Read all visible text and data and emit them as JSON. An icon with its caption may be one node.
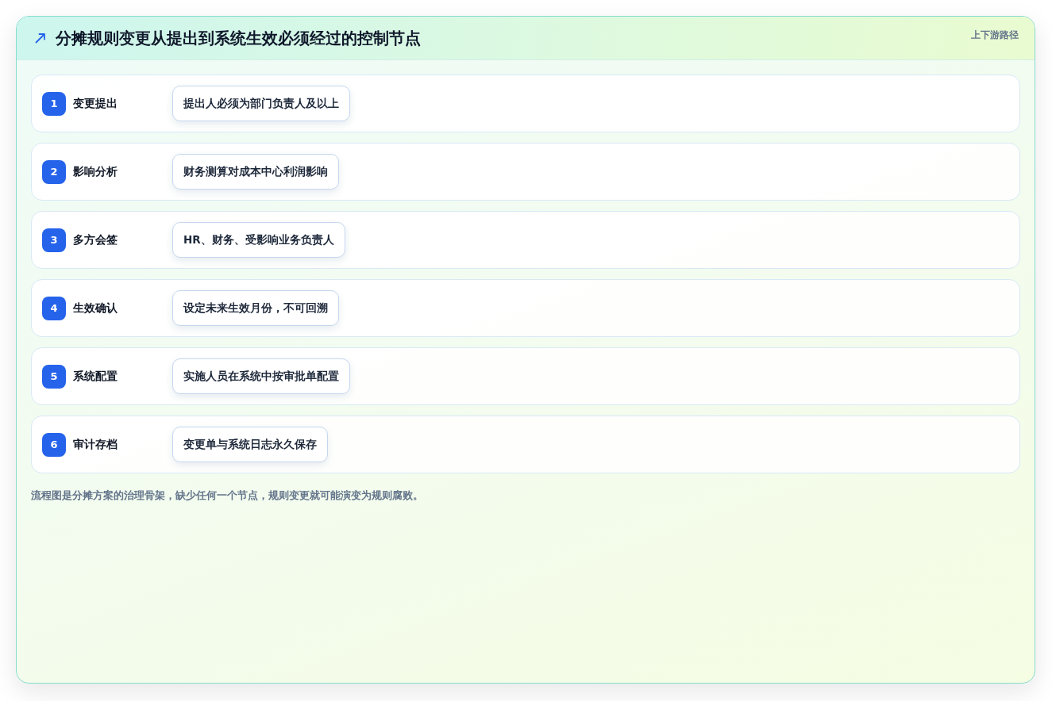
{
  "diagram": {
    "title": "分摊规则变更从提出到系统生效必须经过的控制节点",
    "nodes": [
      {
        "text": [
          "变更提出"
        ]
      },
      {
        "text": [
          "1"
        ],
        "in": 0
      },
      {
        "text": [
          "提出人必须为部门负责人及以上"
        ],
        "in": 0
      },
      {
        "text": [
          "影响分析"
        ]
      },
      {
        "text": [
          "2"
        ],
        "in": 3
      },
      {
        "text": [
          "财务测算对成本中心利润影响"
        ],
        "in": 3
      },
      {
        "text": [
          "多方会签"
        ]
      },
      {
        "text": [
          "3"
        ],
        "in": 6
      },
      {
        "text": [
          "HR、财务、受影响业务负责人"
        ],
        "in": 6
      },
      {
        "text": [
          "生效确认"
        ]
      },
      {
        "text": [
          "4"
        ],
        "in": 9
      },
      {
        "text": [
          "设定未来生效月份，不可回溯"
        ],
        "in": 9
      },
      {
        "text": [
          "系统配置"
        ]
      },
      {
        "text": [
          "5"
        ],
        "in": 12
      },
      {
        "text": [
          "实施人员在系统中按审批单配置"
        ],
        "in": 12
      },
      {
        "text": [
          "审计存档"
        ]
      },
      {
        "text": [
          "6"
        ],
        "in": 15
      },
      {
        "text": [
          "变更单与系统日志永久保存"
        ],
        "in": 15
      }
    ],
    "labels": [
      "上下游路径"
    ],
    "caption": "流程图是分摊方案的治理骨架，缺少任何一个节点，规则变更就可能演变为规则腐败。"
  }
}
